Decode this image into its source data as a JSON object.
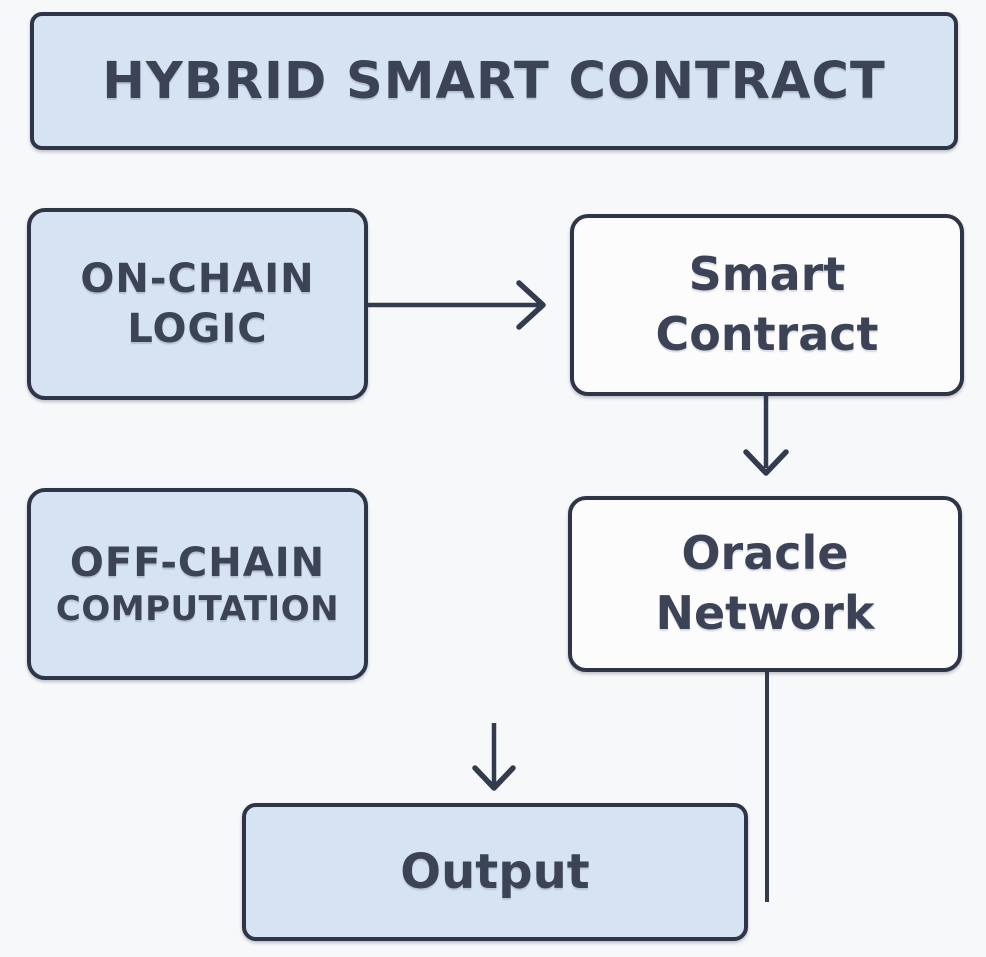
{
  "diagram": {
    "title": "HYBRID SMART CONTRACT",
    "nodes": {
      "on_chain_logic": {
        "line1": "ON-CHAIN",
        "line2": "LOGIC",
        "style": "blue"
      },
      "smart_contract": {
        "line1": "Smart",
        "line2": "Contract",
        "style": "white"
      },
      "off_chain_computation": {
        "line1": "OFF-CHAIN",
        "line2": "COMPUTATION",
        "style": "blue"
      },
      "oracle_network": {
        "line1": "Oracle",
        "line2": "Network",
        "style": "white"
      },
      "output": {
        "label": "Output",
        "style": "blue"
      }
    },
    "connections": [
      {
        "from": "on_chain_logic",
        "to": "smart_contract",
        "arrow": true
      },
      {
        "from": "smart_contract",
        "to": "oracle_network",
        "arrow": true
      },
      {
        "from": "oracle_network",
        "to": "bottom",
        "arrow": false
      },
      {
        "from": "above",
        "to": "output",
        "arrow": true
      }
    ]
  },
  "colors": {
    "background": "#f7f8fa",
    "box_fill_blue": "#d5e3f2",
    "box_fill_white": "#fcfcfd",
    "stroke": "#2f3548",
    "text": "#3c4357"
  }
}
